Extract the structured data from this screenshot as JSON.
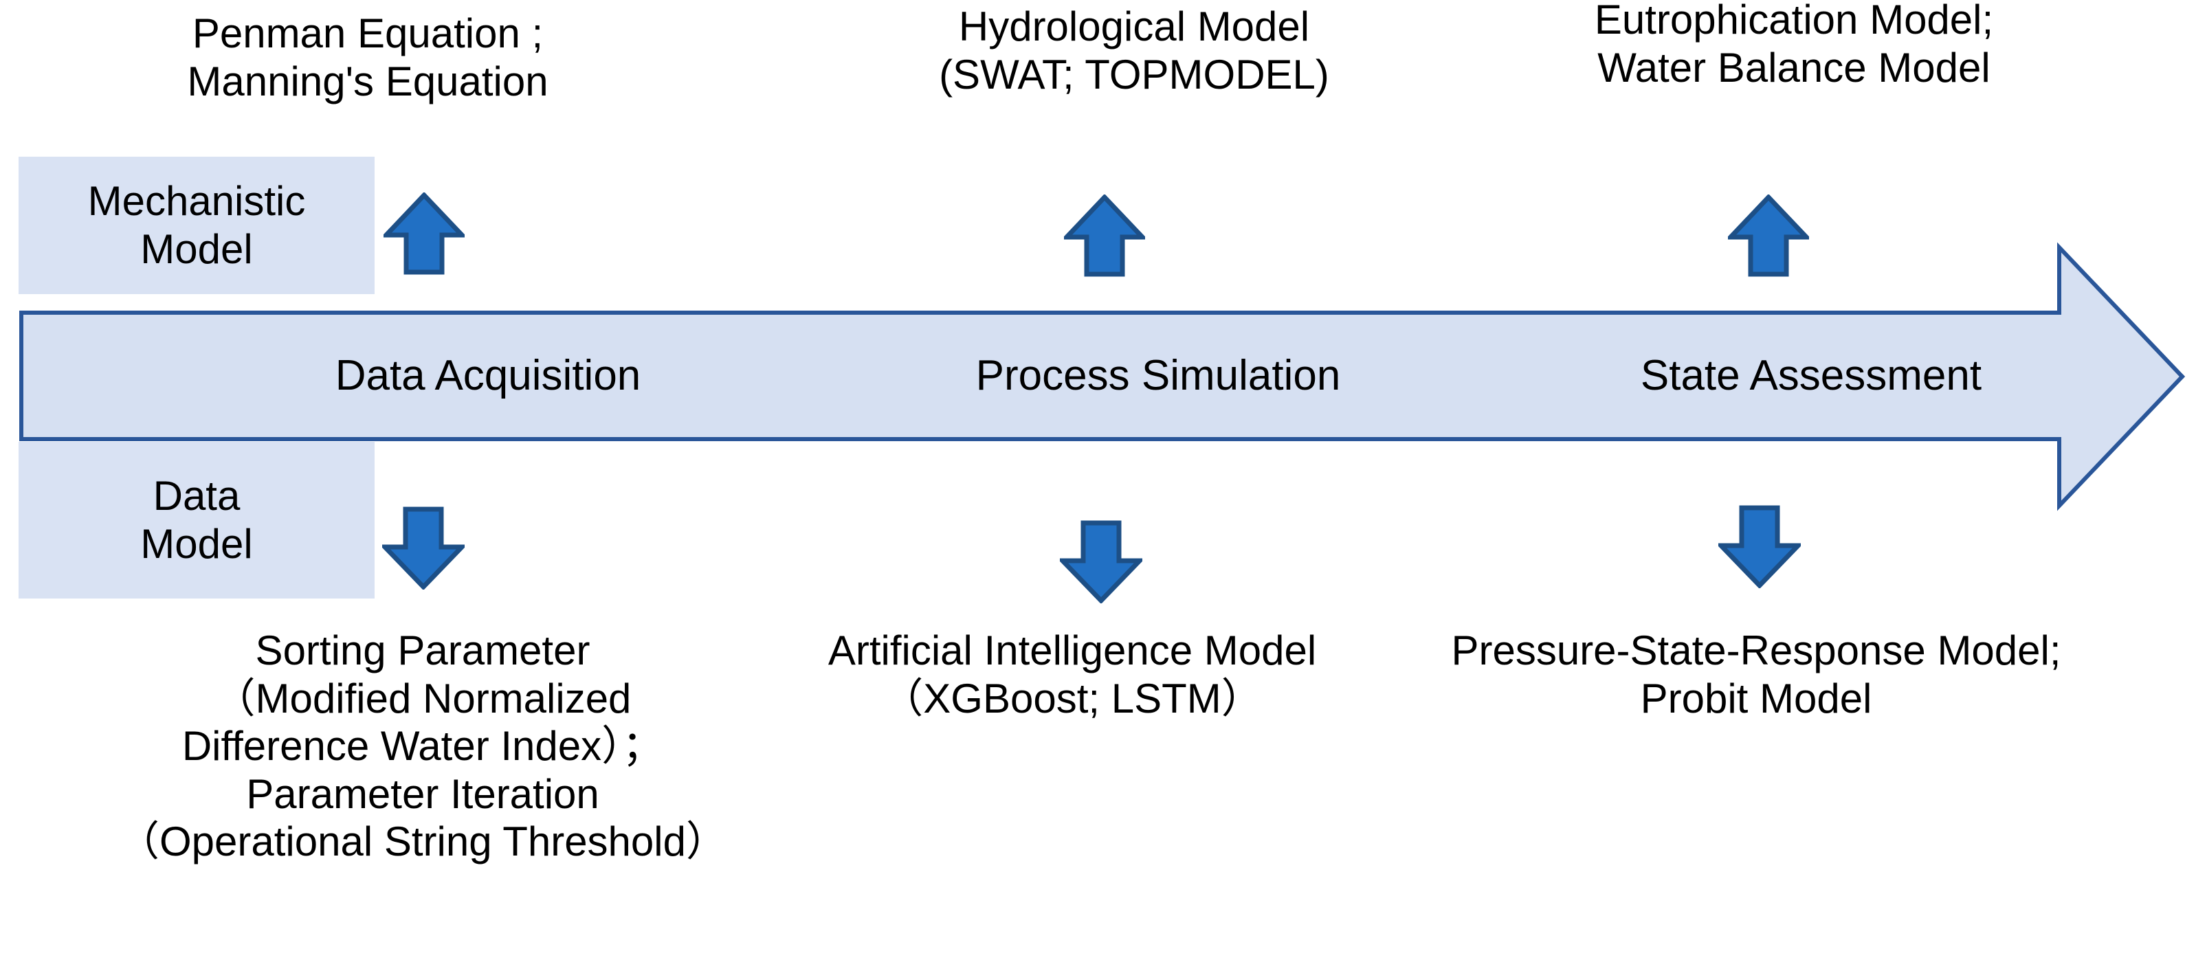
{
  "diagram": {
    "title_absent": true,
    "colors": {
      "box_fill": "#d9e2f3",
      "bar_fill": "#d6e0f2",
      "bar_stroke": "#2a5699",
      "arrow_fill": "#2170c4",
      "arrow_stroke": "#1d4f86",
      "text": "#000000",
      "background": "#ffffff"
    },
    "row_labels": {
      "mechanistic": "Mechanistic\nModel",
      "data": "Data\nModel"
    },
    "stages": [
      {
        "name": "Data Acquisition"
      },
      {
        "name": "Process Simulation"
      },
      {
        "name": "State Assessment"
      }
    ],
    "mechanistic_items": [
      "Penman Equation ;\nManning's Equation",
      "Hydrological Model\n(SWAT; TOPMODEL)",
      "Eutrophication Model;\nWater Balance Model"
    ],
    "data_items": [
      "Sorting Parameter\n（Modified Normalized\nDifference Water Index）；\nParameter Iteration\n（Operational String Threshold）",
      "Artificial Intelligence Model\n（XGBoost; LSTM）",
      "Pressure-State-Response Model;\nProbit Model"
    ],
    "arrows": {
      "up_icon": "arrow-up-icon",
      "down_icon": "arrow-down-icon",
      "flow_icon": "arrow-right-icon",
      "up_count": 3,
      "down_count": 3
    }
  }
}
